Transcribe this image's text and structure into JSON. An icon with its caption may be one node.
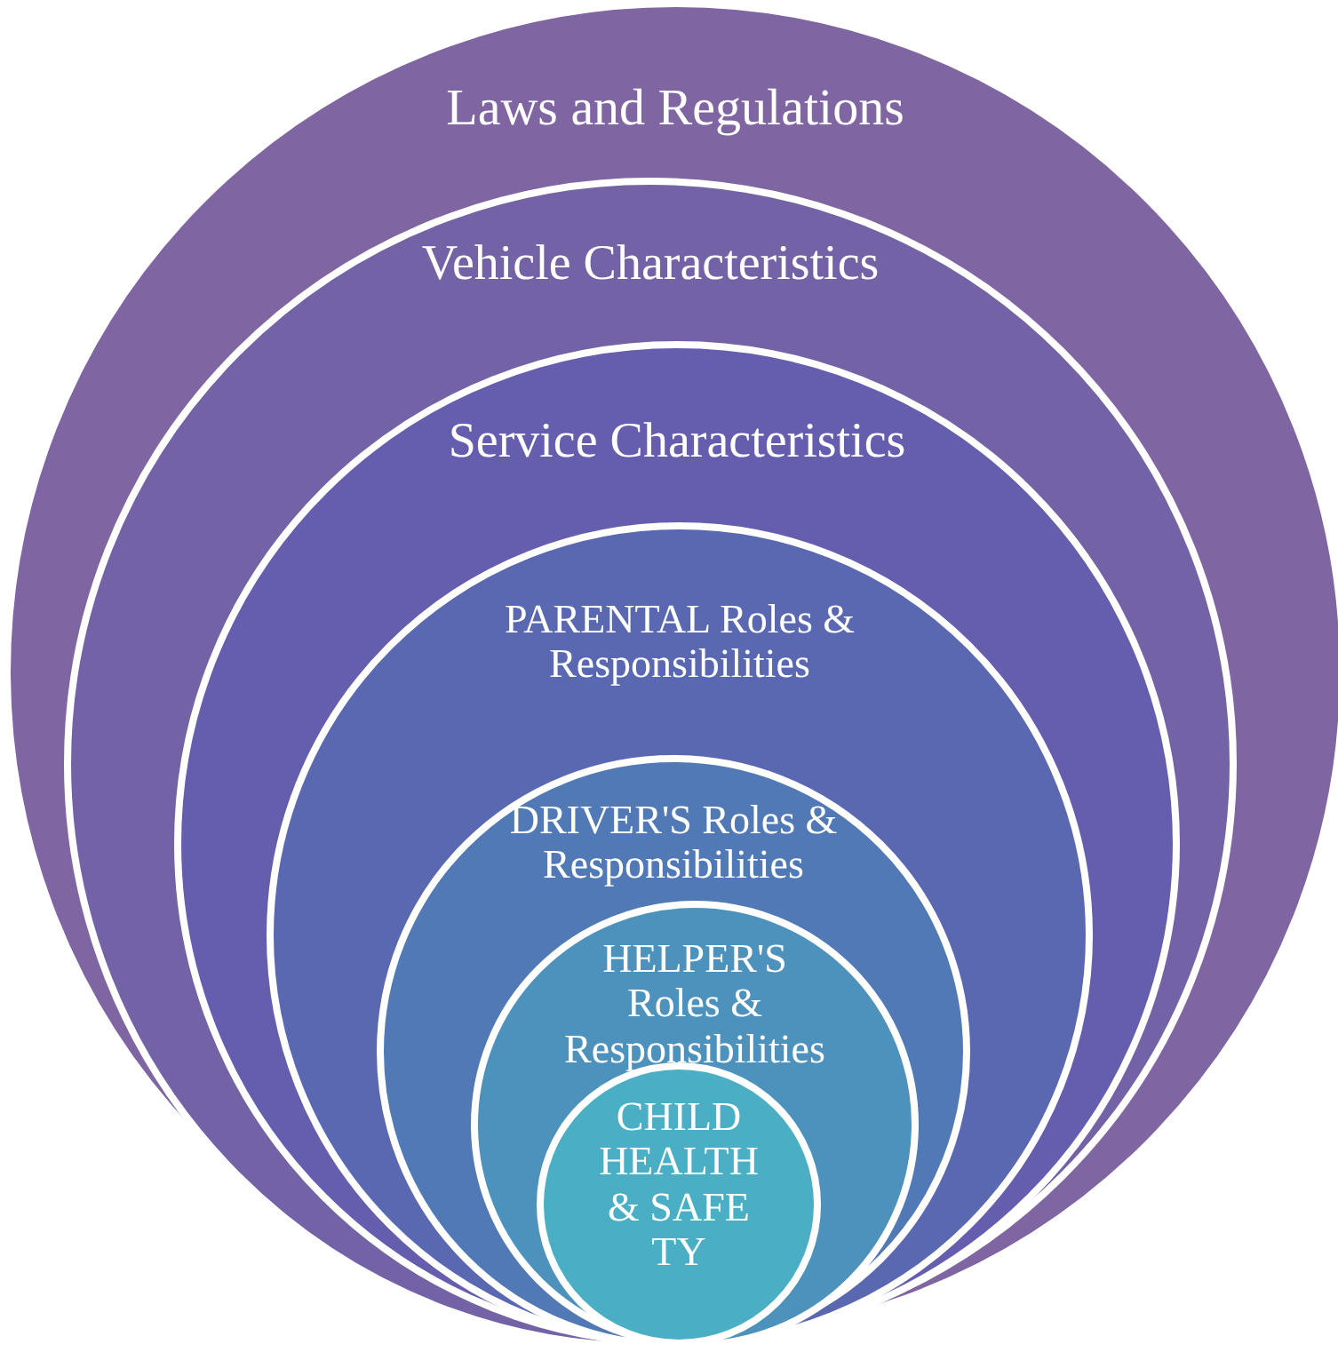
{
  "diagram": {
    "nodes": [
      {
        "text": [
          "Laws and Regulations"
        ]
      },
      {
        "text": [
          "Vehicle Characteristics"
        ],
        "in": 0
      },
      {
        "text": [
          "Service Characteristics"
        ],
        "in": 1
      },
      {
        "text": [
          "PARENTAL Roles & Responsibilities"
        ],
        "in": 2
      },
      {
        "text": [
          "DRIVER'S Roles & Responsibilities"
        ],
        "in": 3
      },
      {
        "text": [
          "HELPER'S Roles & Responsibilities"
        ],
        "in": 4
      },
      {
        "text": [
          "CHILD HEALTH & SAFETY"
        ],
        "in": 5
      }
    ]
  }
}
